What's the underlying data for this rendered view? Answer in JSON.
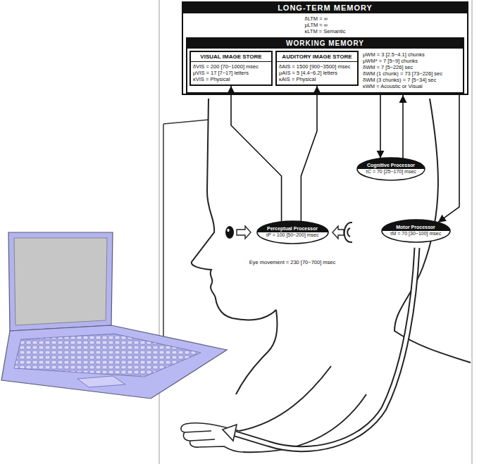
{
  "diagram": {
    "nodes": [
      {
        "text": [
          "LONG-TERM MEMORY",
          "δLTM = ∞",
          "μLTM = ∞",
          "κLTM = Semantic"
        ]
      },
      {
        "text": [
          "WORKING MEMORY",
          "μWM = 3 [2.5~4.1] chunks",
          "μWM* = 7 [5~9] chunks",
          "δWM = 7 [5~226] sec",
          "δWM (1 chunk) = 73 [73~226] sec",
          "δWM (3 chunks) = 7 [5~34] sec",
          "κWM = Acoustic or Visual"
        ],
        "in": 0
      },
      {
        "text": [
          "VISUAL IMAGE STORE",
          "δVIS = 200 [70~1000] msec",
          "μVIS = 17 [7~17] letters",
          "κVIS = Physical"
        ],
        "in": 1
      },
      {
        "text": [
          "AUDITORY IMAGE STORE",
          "δAIS = 1500 [900~3500] msec",
          "μAIS = 5 [4.4~6.2] letters",
          "κAIS = Physical"
        ],
        "in": 1
      },
      {
        "text": [
          "Perceptual Processor",
          "τP = 100 [50~200] msec"
        ]
      },
      {
        "text": [
          "Cognitive Processor",
          "τC = 70 [25~170] msec"
        ]
      },
      {
        "text": [
          "Motor Processor",
          "τM = 70 [30~100] msec"
        ]
      }
    ],
    "edges": [
      {
        "from": 4,
        "to": 2,
        "arrow": "to"
      },
      {
        "from": 4,
        "to": 3,
        "arrow": "to"
      },
      {
        "from": 1,
        "to": 5,
        "arrow": "to"
      },
      {
        "from": 5,
        "to": 1,
        "arrow": "to"
      },
      {
        "from": 1,
        "to": 6,
        "arrow": "to"
      }
    ],
    "labels": [
      "Eye movement = 230 [70~700] msec"
    ]
  }
}
